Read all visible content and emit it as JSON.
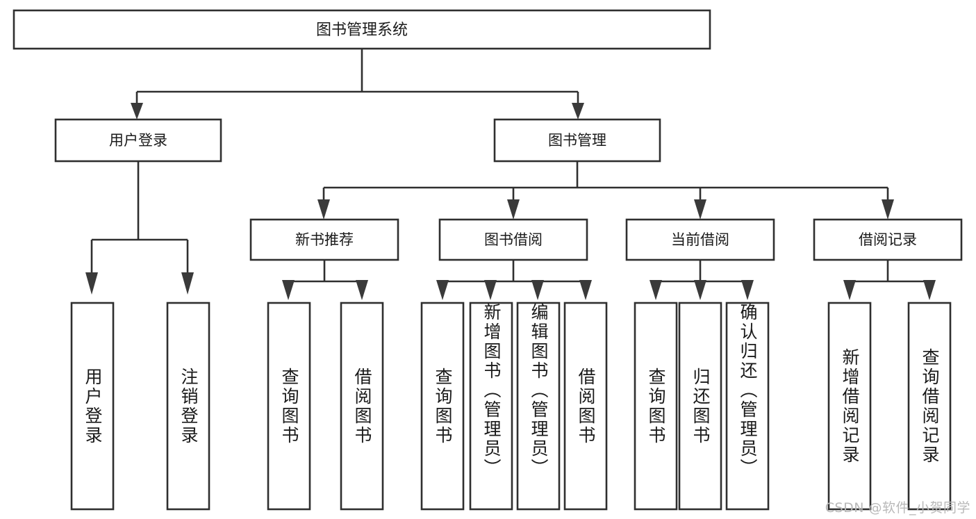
{
  "diagram": {
    "type": "tree",
    "title": "图书管理系统",
    "root": {
      "label": "图书管理系统",
      "level": 0
    },
    "level1": [
      {
        "label": "用户登录"
      },
      {
        "label": "图书管理"
      }
    ],
    "level2": [
      {
        "label": "新书推荐",
        "parent": "图书管理"
      },
      {
        "label": "图书借阅",
        "parent": "图书管理"
      },
      {
        "label": "当前借阅",
        "parent": "图书管理"
      },
      {
        "label": "借阅记录",
        "parent": "图书管理"
      }
    ],
    "leaves_user_login": [
      {
        "label": "用户登录"
      },
      {
        "label": "注销登录"
      }
    ],
    "leaves_new_book": [
      {
        "label": "查询图书"
      },
      {
        "label": "借阅图书"
      }
    ],
    "leaves_borrow": [
      {
        "label": "查询图书"
      },
      {
        "label": "新增图书（管理员）"
      },
      {
        "label": "编辑图书（管理员）"
      },
      {
        "label": "借阅图书"
      }
    ],
    "leaves_current": [
      {
        "label": "查询图书"
      },
      {
        "label": "归还图书"
      },
      {
        "label": "确认归还（管理员）"
      }
    ],
    "leaves_record": [
      {
        "label": "新增借阅记录"
      },
      {
        "label": "查询借阅记录"
      }
    ],
    "colors": {
      "box_stroke": "#2f2f2f",
      "box_fill": "#ffffff",
      "line": "#2f2f2f",
      "text": "#1a1a1a",
      "watermark": "#b9b9b9",
      "background": "#ffffff"
    }
  },
  "watermark": {
    "text": "CSDN @软件_小贺同学"
  }
}
